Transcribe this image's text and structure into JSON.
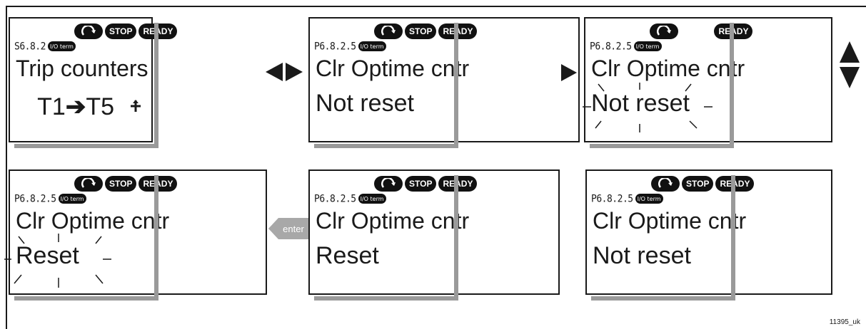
{
  "status": {
    "run_icon": "rotation-arrow-icon",
    "stop": "STOP",
    "ready": "READY",
    "alarm": "I/O term"
  },
  "screens": [
    {
      "code": "S6.8.2",
      "line1": "Trip counters",
      "line2": ""
    },
    {
      "code": "P6.8.2.5",
      "line1": "Clr Optime cntr",
      "line2": "Not reset"
    },
    {
      "code": "P6.8.2.5",
      "line1": "Clr Optime cntr",
      "line2": "Not reset"
    },
    {
      "code": "P6.8.2.5",
      "line1": "Clr Optime cntr",
      "line2": "Reset"
    },
    {
      "code": "P6.8.2.5",
      "line1": "Clr Optime cntr",
      "line2": "Reset"
    },
    {
      "code": "P6.8.2.5",
      "line1": "Clr Optime cntr",
      "line2": "Not reset"
    }
  ],
  "trip_range": {
    "from": "T1",
    "to": "T5",
    "arrow": "➔"
  },
  "nav_icons": {
    "left_right": "left-right-arrows-icon",
    "right": "right-arrow-icon",
    "up_down": "up-down-arrows-icon",
    "plus": "plus-icon"
  },
  "enter_label": "enter",
  "footer_code": "11395_uk",
  "colors": {
    "lcd_border": "#1a1a1a",
    "shadow": "#9a9a9a",
    "pill": "#111111",
    "enter_key": "#a8a8a8"
  }
}
